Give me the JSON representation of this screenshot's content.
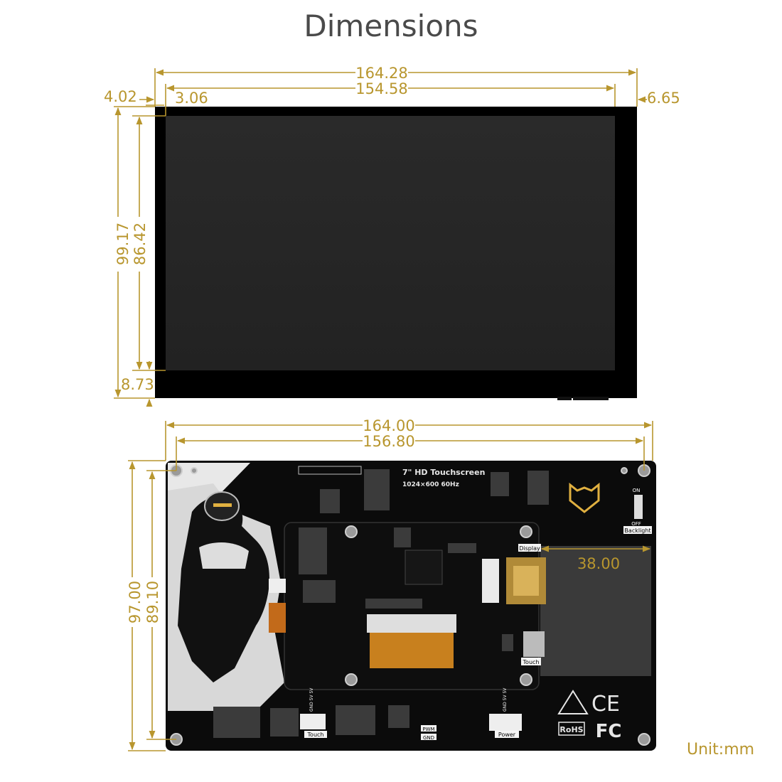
{
  "title": "Dimensions",
  "unit_label": "Unit:mm",
  "colors": {
    "dimension": "#b8962e",
    "title": "#4a4a4a",
    "screen": "#262626",
    "bezel": "#000000",
    "pcb": "#0b0b0b"
  },
  "front_view": {
    "overall_width": "164.28",
    "active_width": "154.58",
    "left_offset_outer": "4.02",
    "left_offset_inner": "3.06",
    "right_offset": "6.65",
    "overall_height": "99.17",
    "active_height": "86.42",
    "bottom_offset": "8.73"
  },
  "back_view": {
    "overall_width": "164.00",
    "hole_width": "156.80",
    "overall_height": "97.00",
    "hole_height": "89.10",
    "panel_width": "38.00",
    "board_title": "7\" HD Touchscreen",
    "board_subtitle": "1024×600 60Hz",
    "labels": {
      "display": "Display",
      "touch_usb": "Touch",
      "backlight": "Backlight",
      "on": "ON",
      "off": "OFF",
      "touch_conn": "Touch",
      "power_conn": "Power",
      "pwm": "PWM",
      "gnd": "GND",
      "gnd_5v_5v": "GND 5V 5V",
      "rohs": "RoHS",
      "ce": "CE",
      "fc": "FC"
    }
  }
}
